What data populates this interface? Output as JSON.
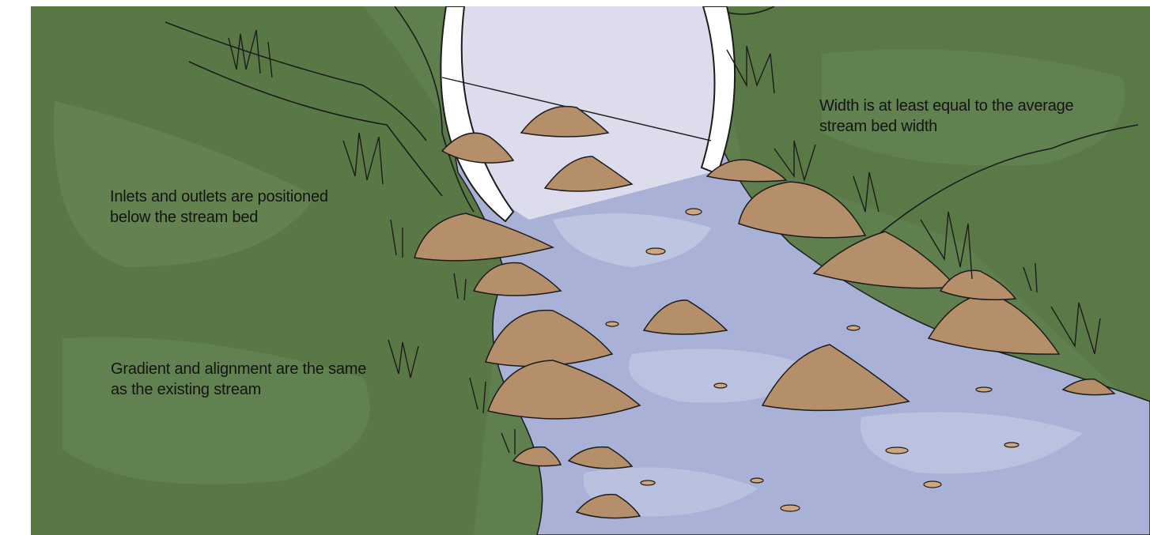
{
  "colors": {
    "grass": "#5f7f4f",
    "grass_dark": "#56733f",
    "grass_light": "#6f8f5e",
    "water": "#a9b2d6",
    "water_light": "#c8cde6",
    "culvert_inner": "#dcdcec",
    "culvert_rim": "#ffffff",
    "rock": "#b48f6a",
    "rock_light": "#cfa77d",
    "rock_shadow": "#8f8aa8",
    "caption_text": "#141414"
  },
  "captions": {
    "inlets": "Inlets and outlets are positioned below the stream bed",
    "gradient": "Gradient and alignment are the same as the existing stream",
    "width": "Width is at least equal to the average stream bed width"
  },
  "icons": {
    "culvert": "culvert-pipe-icon",
    "stream": "stream-water-icon",
    "rock": "rock-icon",
    "grass": "grass-tuft-icon"
  }
}
